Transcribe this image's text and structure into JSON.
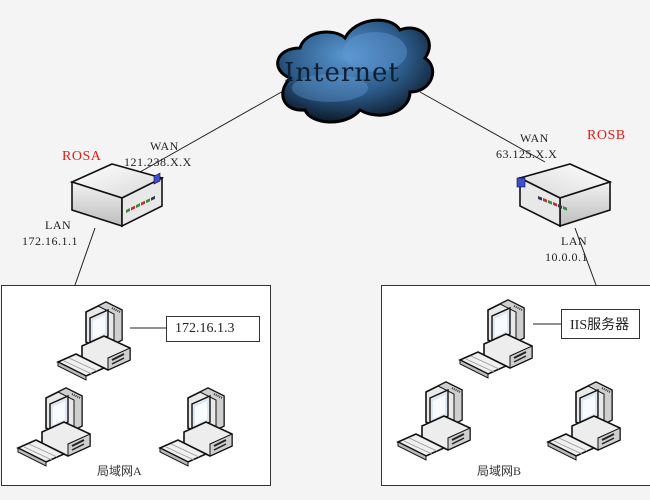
{
  "internet": {
    "label": "Internet"
  },
  "router_a": {
    "name": "ROSA",
    "wan_label": "WAN",
    "wan_ip": "121.238.X.X",
    "lan_label": "LAN",
    "lan_ip": "172.16.1.1"
  },
  "router_b": {
    "name": "ROSB",
    "wan_label": "WAN",
    "wan_ip": "63.125.X.X",
    "lan_label": "LAN",
    "lan_ip": "10.0.0.1"
  },
  "lan_a": {
    "name": "局域网A",
    "callout": "172.16.1.3",
    "computers": 3
  },
  "lan_b": {
    "name": "局域网B",
    "callout": "IIS服务器",
    "computers": 3
  },
  "colors": {
    "router_label": "#e0201c",
    "cloud_dark": "#0d1a2b",
    "cloud_light": "#4a86c0"
  }
}
